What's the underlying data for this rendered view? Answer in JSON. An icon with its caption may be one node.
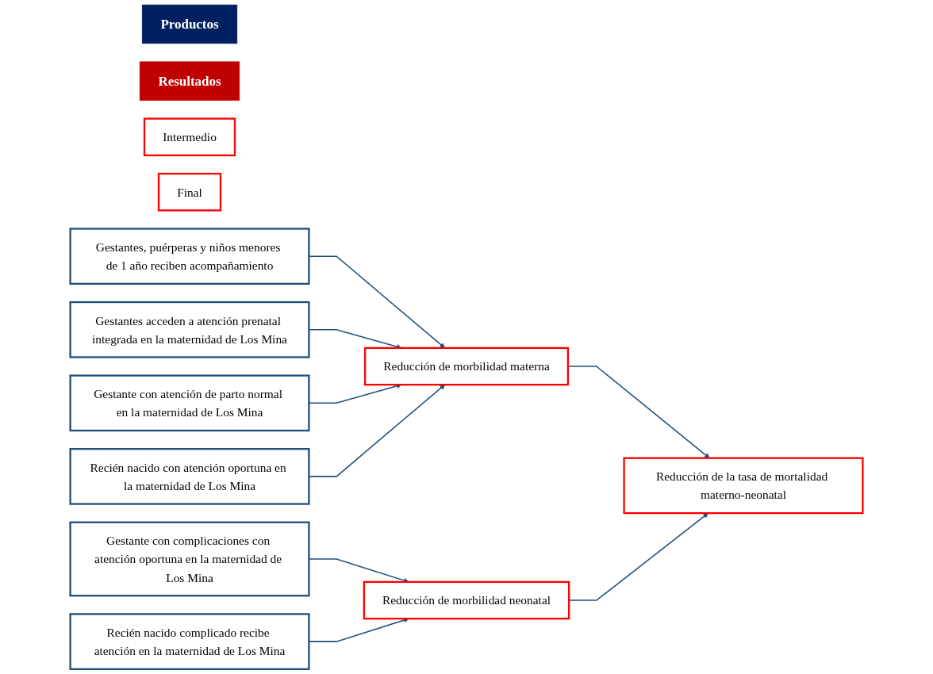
{
  "diagram": {
    "nodes": [
      {
        "text": [
          "Productos"
        ]
      },
      {
        "text": [
          "Resultados"
        ]
      },
      {
        "text": [
          "Intermedio"
        ]
      },
      {
        "text": [
          "Final"
        ]
      },
      {
        "text": [
          "Gestantes, puérperas y niños menores de 1 año reciben acompañamiento"
        ]
      },
      {
        "text": [
          "Gestantes acceden a atención prenatal integrada en la maternidad de Los Mina"
        ]
      },
      {
        "text": [
          "Gestante con atención de parto normal en la maternidad de Los Mina"
        ]
      },
      {
        "text": [
          "Recién nacido con atención oportuna en la maternidad de Los Mina"
        ]
      },
      {
        "text": [
          "Gestante con complicaciones con atención oportuna en la maternidad de Los Mina"
        ]
      },
      {
        "text": [
          "Recién nacido complicado recibe atención en la maternidad de Los Mina"
        ]
      },
      {
        "text": [
          "Reducción de morbilidad materna"
        ]
      },
      {
        "text": [
          "Reducción de morbilidad neonatal"
        ]
      },
      {
        "text": [
          "Reducción de la tasa de mortalidad materno-neonatal"
        ]
      }
    ],
    "edges": [
      {
        "from": 4,
        "to": 10,
        "arrow": "to"
      },
      {
        "from": 5,
        "to": 10,
        "arrow": "to"
      },
      {
        "from": 6,
        "to": 10,
        "arrow": "to"
      },
      {
        "from": 7,
        "to": 10,
        "arrow": "to"
      },
      {
        "from": 8,
        "to": 11,
        "arrow": "to"
      },
      {
        "from": 9,
        "to": 11,
        "arrow": "to"
      },
      {
        "from": 10,
        "to": 12,
        "arrow": "to"
      },
      {
        "from": 11,
        "to": 12,
        "arrow": "to"
      }
    ]
  }
}
